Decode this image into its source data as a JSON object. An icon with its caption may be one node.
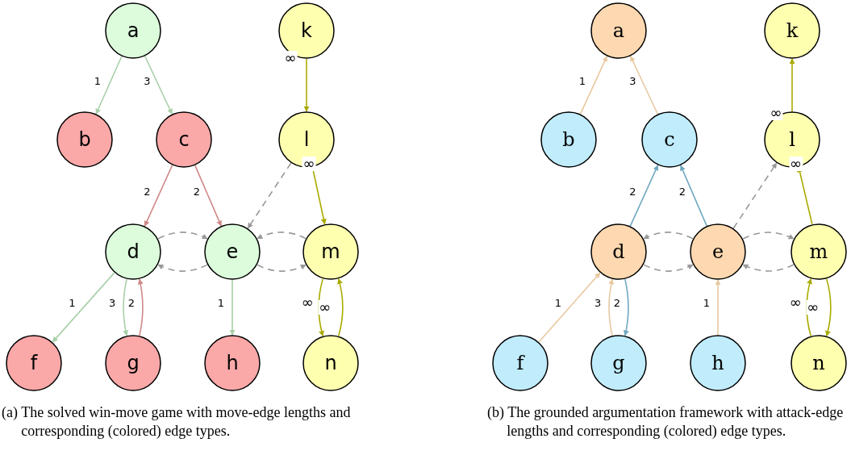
{
  "diagram": {
    "nodes": [
      {
        "text": [
          "a"
        ]
      },
      {
        "text": [
          "b"
        ]
      },
      {
        "text": [
          "c"
        ]
      },
      {
        "text": [
          "d"
        ]
      },
      {
        "text": [
          "e"
        ]
      },
      {
        "text": [
          "f"
        ]
      },
      {
        "text": [
          "g"
        ]
      },
      {
        "text": [
          "h"
        ]
      },
      {
        "text": [
          "k"
        ]
      },
      {
        "text": [
          "l"
        ]
      },
      {
        "text": [
          "m"
        ]
      },
      {
        "text": [
          "n"
        ]
      },
      {
        "text": [
          "a"
        ]
      },
      {
        "text": [
          "b"
        ]
      },
      {
        "text": [
          "c"
        ]
      },
      {
        "text": [
          "d"
        ]
      },
      {
        "text": [
          "e"
        ]
      },
      {
        "text": [
          "f"
        ]
      },
      {
        "text": [
          "g"
        ]
      },
      {
        "text": [
          "h"
        ]
      },
      {
        "text": [
          "k"
        ]
      },
      {
        "text": [
          "l"
        ]
      },
      {
        "text": [
          "m"
        ]
      },
      {
        "text": [
          "n"
        ]
      }
    ],
    "edges": [
      {
        "from": 0,
        "to": 1,
        "arrow": "to",
        "label": "1",
        "color": "#a8d0a8"
      },
      {
        "from": 0,
        "to": 2,
        "arrow": "to",
        "label": "3",
        "color": "#a8d0a8"
      },
      {
        "from": 8,
        "to": 9,
        "arrow": "to",
        "label": "∞",
        "color": "#aaaa00"
      },
      {
        "from": 2,
        "to": 3,
        "arrow": "to",
        "label": "2",
        "color": "#d08888"
      },
      {
        "from": 2,
        "to": 4,
        "arrow": "to",
        "label": "2",
        "color": "#d08888"
      },
      {
        "from": 9,
        "to": 4,
        "arrow": "to",
        "style": "dashed",
        "color": "#999999"
      },
      {
        "from": 9,
        "to": 10,
        "arrow": "to",
        "label": "∞",
        "color": "#aaaa00"
      },
      {
        "from": 3,
        "to": 4,
        "arrow": "to",
        "style": "dashed",
        "color": "#999999"
      },
      {
        "from": 4,
        "to": 3,
        "arrow": "to",
        "style": "dashed",
        "color": "#999999"
      },
      {
        "from": 10,
        "to": 4,
        "arrow": "to",
        "style": "dashed",
        "color": "#999999"
      },
      {
        "from": 4,
        "to": 10,
        "arrow": "to",
        "style": "dashed",
        "color": "#999999"
      },
      {
        "from": 3,
        "to": 5,
        "arrow": "to",
        "label": "1",
        "color": "#a8d0a8"
      },
      {
        "from": 3,
        "to": 6,
        "arrow": "to",
        "label": "3",
        "color": "#a8d0a8"
      },
      {
        "from": 6,
        "to": 3,
        "arrow": "to",
        "label": "2",
        "color": "#d08888"
      },
      {
        "from": 4,
        "to": 7,
        "arrow": "to",
        "label": "1",
        "color": "#a8d0a8"
      },
      {
        "from": 10,
        "to": 11,
        "arrow": "to",
        "label": "∞",
        "color": "#aaaa00"
      },
      {
        "from": 11,
        "to": 10,
        "arrow": "to",
        "label": "∞",
        "color": "#aaaa00"
      },
      {
        "from": 13,
        "to": 12,
        "arrow": "to",
        "label": "1",
        "color": "#e8c8a0"
      },
      {
        "from": 14,
        "to": 12,
        "arrow": "to",
        "label": "3",
        "color": "#e8c8a0"
      },
      {
        "from": 21,
        "to": 20,
        "arrow": "to",
        "label": "∞",
        "color": "#aaaa00"
      },
      {
        "from": 15,
        "to": 14,
        "arrow": "to",
        "label": "2",
        "color": "#70a8c0"
      },
      {
        "from": 16,
        "to": 14,
        "arrow": "to",
        "label": "2",
        "color": "#70a8c0"
      },
      {
        "from": 16,
        "to": 21,
        "arrow": "to",
        "style": "dashed",
        "color": "#999999"
      },
      {
        "from": 22,
        "to": 21,
        "arrow": "to",
        "label": "∞",
        "color": "#aaaa00"
      },
      {
        "from": 16,
        "to": 15,
        "arrow": "to",
        "style": "dashed",
        "color": "#999999"
      },
      {
        "from": 15,
        "to": 16,
        "arrow": "to",
        "style": "dashed",
        "color": "#999999"
      },
      {
        "from": 22,
        "to": 16,
        "arrow": "to",
        "style": "dashed",
        "color": "#999999"
      },
      {
        "from": 16,
        "to": 22,
        "arrow": "to",
        "style": "dashed",
        "color": "#999999"
      },
      {
        "from": 17,
        "to": 15,
        "arrow": "to",
        "label": "1",
        "color": "#e8c8a0"
      },
      {
        "from": 18,
        "to": 15,
        "arrow": "to",
        "label": "3",
        "color": "#e8c8a0"
      },
      {
        "from": 15,
        "to": 18,
        "arrow": "to",
        "label": "2",
        "color": "#70a8c0"
      },
      {
        "from": 19,
        "to": 16,
        "arrow": "to",
        "label": "1",
        "color": "#e8c8a0"
      },
      {
        "from": 23,
        "to": 22,
        "arrow": "to",
        "label": "∞",
        "color": "#aaaa00"
      },
      {
        "from": 22,
        "to": 23,
        "arrow": "to",
        "label": "∞",
        "color": "#aaaa00"
      }
    ],
    "labels": [
      "(a) The solved win-move game with move-edge lengths and corresponding (colored) edge types.",
      "(b) The grounded argumentation framework with attack-edge lengths and corresponding (colored) edge types."
    ]
  }
}
